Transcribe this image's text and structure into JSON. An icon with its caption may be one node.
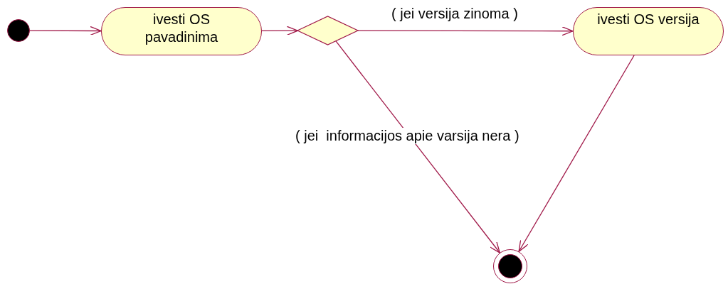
{
  "diagram": {
    "nodes": [
      {
        "text": [],
        "shape": "circle"
      },
      {
        "text": [
          "ivesti OS pavadinima"
        ]
      },
      {
        "text": [],
        "shape": "diamond"
      },
      {
        "text": [
          "ivesti OS versija"
        ]
      },
      {
        "text": [],
        "shape": "bullseye"
      }
    ],
    "edges": [
      {
        "from": 0,
        "to": 1,
        "arrow": "to"
      },
      {
        "from": 1,
        "to": 2,
        "arrow": "to"
      },
      {
        "from": 2,
        "to": 3,
        "arrow": "to",
        "label": "( jei versija zinoma )"
      },
      {
        "from": 2,
        "to": 4,
        "arrow": "to",
        "label": "( jei  informacijos apie varsija nera )"
      },
      {
        "from": 3,
        "to": 4,
        "arrow": "to"
      }
    ]
  }
}
